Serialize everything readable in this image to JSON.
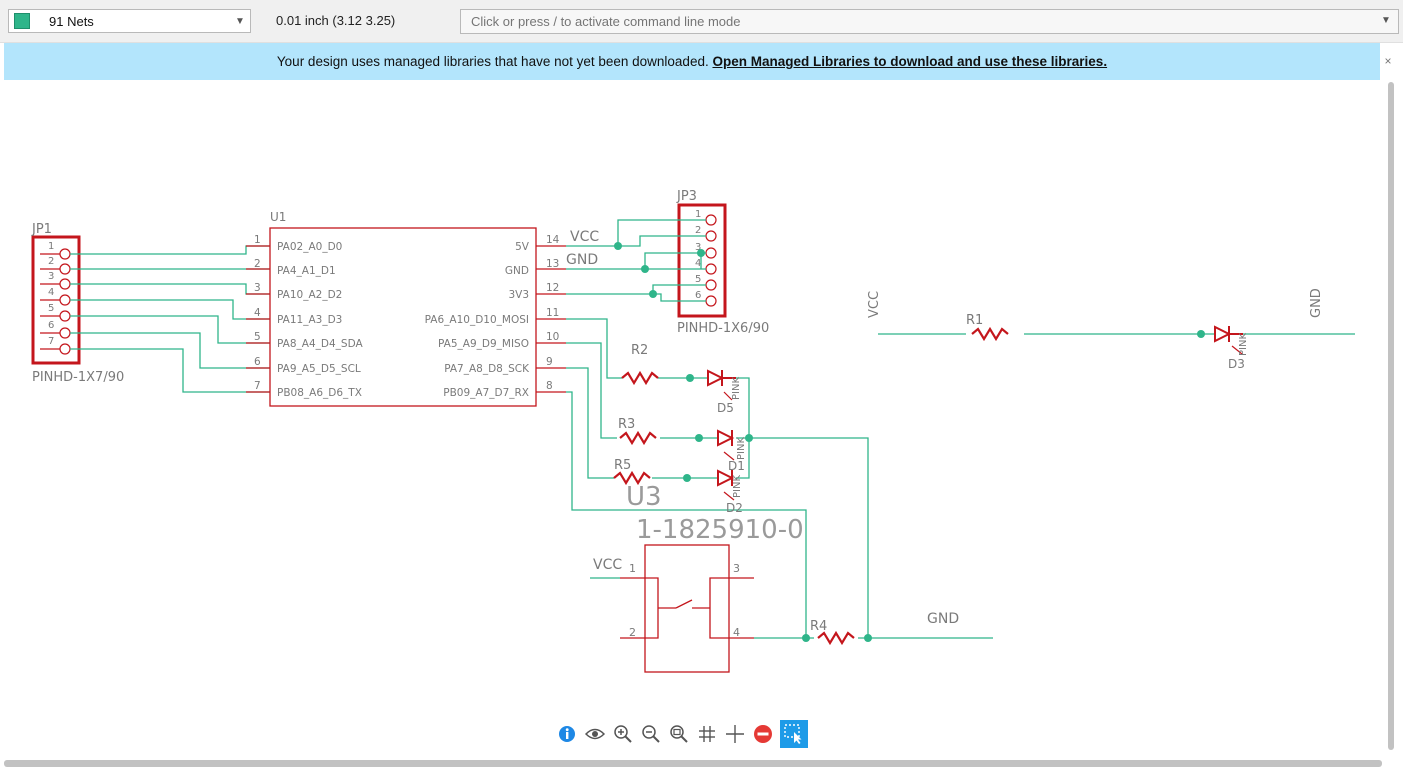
{
  "toolbar": {
    "net_select": {
      "label": "91 Nets",
      "swatch_color": "#2fb58a"
    },
    "coordinates": "0.01 inch (3.12 3.25)",
    "command_line": {
      "placeholder": "Click or press / to activate command line mode"
    }
  },
  "banner": {
    "message": "Your design uses managed libraries that have not yet been downloaded.",
    "link_text": "Open Managed Libraries to download and use these libraries.",
    "close_label": "×"
  },
  "schematic": {
    "colors": {
      "part": "#c4161c",
      "wire": "#2fb58a",
      "text": "#7a7a7a",
      "junction": "#2fb58a"
    },
    "jp1": {
      "name": "JP1",
      "value": "PINHD-1X7/90",
      "pins": [
        "1",
        "2",
        "3",
        "4",
        "5",
        "6",
        "7"
      ]
    },
    "jp3": {
      "name": "JP3",
      "value": "PINHD-1X6/90",
      "pins": [
        "1",
        "2",
        "3",
        "4",
        "5",
        "6"
      ]
    },
    "u1": {
      "name": "U1",
      "left_pins": [
        {
          "num": "1",
          "name": "PA02_A0_D0"
        },
        {
          "num": "2",
          "name": "PA4_A1_D1"
        },
        {
          "num": "3",
          "name": "PA10_A2_D2"
        },
        {
          "num": "4",
          "name": "PA11_A3_D3"
        },
        {
          "num": "5",
          "name": "PA8_A4_D4_SDA"
        },
        {
          "num": "6",
          "name": "PA9_A5_D5_SCL"
        },
        {
          "num": "7",
          "name": "PB08_A6_D6_TX"
        }
      ],
      "right_pins": [
        {
          "num": "14",
          "name": "5V"
        },
        {
          "num": "13",
          "name": "GND"
        },
        {
          "num": "12",
          "name": "3V3"
        },
        {
          "num": "11",
          "name": "PA6_A10_D10_MOSI"
        },
        {
          "num": "10",
          "name": "PA5_A9_D9_MISO"
        },
        {
          "num": "9",
          "name": "PA7_A8_D8_SCK"
        },
        {
          "num": "8",
          "name": "PB09_A7_D7_RX"
        }
      ]
    },
    "u3": {
      "name": "U3",
      "value": "1-1825910-0",
      "pins": [
        "1",
        "2",
        "3",
        "4"
      ]
    },
    "resistors": {
      "r1": "R1",
      "r2": "R2",
      "r3": "R3",
      "r4": "R4",
      "r5": "R5"
    },
    "leds": {
      "d1": "D1",
      "d2": "D2",
      "d3": "D3",
      "d5": "D5",
      "led_value": "PINK"
    },
    "net_labels": {
      "vcc": "VCC",
      "gnd": "GND"
    }
  },
  "bottom_tools": [
    {
      "name": "info-icon"
    },
    {
      "name": "eye-icon"
    },
    {
      "name": "zoom-in-icon"
    },
    {
      "name": "zoom-out-icon"
    },
    {
      "name": "zoom-fit-icon"
    },
    {
      "name": "grid-icon"
    },
    {
      "name": "crosshair-icon"
    },
    {
      "name": "stop-icon"
    },
    {
      "name": "select-icon"
    }
  ]
}
